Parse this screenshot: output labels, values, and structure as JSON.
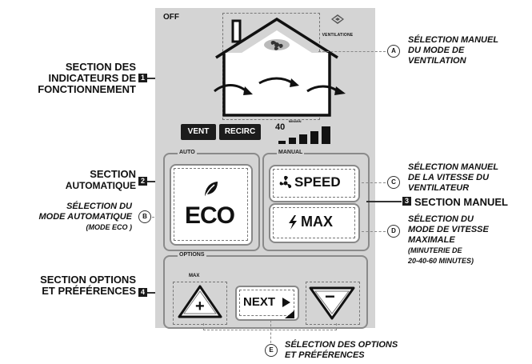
{
  "left_labels": {
    "indicators": [
      "SECTION DES",
      "INDICATEURS DE",
      "FONCTIONNEMENT"
    ],
    "indicators_num": "1",
    "automatic": [
      "SECTION",
      "AUTOMATIQUE"
    ],
    "automatic_num": "2",
    "auto_mode": [
      "SÉLECTION DU",
      "MODE AUTOMATIQUE",
      "(MODE ECO )"
    ],
    "options": [
      "SECTION OPTIONS",
      "ET PRÉFÉRENCES"
    ],
    "options_num": "4"
  },
  "right_labels": {
    "a_letter": "A",
    "a_text": [
      "SÉLECTION MANUEL",
      "DU MODE DE",
      "VENTILATION"
    ],
    "c_letter": "C",
    "c_text": [
      "SÉLECTION MANUEL",
      "DE LA VITESSE DU",
      "VENTILATEUR"
    ],
    "manual_num": "3",
    "manual_text": "SECTION MANUEL",
    "d_letter": "D",
    "d_text": [
      "SÉLECTION DU",
      "MODE DE VITESSE",
      "MAXIMALE",
      "(MINUTERIE DE",
      "20-40-60 MINUTES)"
    ],
    "b_letter": "B",
    "e_letter": "E",
    "e_text": [
      "SÉLECTION DES OPTIONS",
      "ET PRÉFÉRENCES"
    ]
  },
  "panel": {
    "off_text": "OFF",
    "brand_text": "VENTILATIONE",
    "vent_tag": "VENT",
    "recirc_tag": "RECIRC",
    "speed_readout": "40",
    "speed_unit": "MIN/MIN",
    "auto_tag": "AUTO",
    "eco_label": "ECO",
    "manual_tag": "MANUAL",
    "speed_label": "SPEED",
    "max_label": "MAX",
    "options_tag": "OPTIONS",
    "max_small": "MAX",
    "plus_symbol": "+",
    "next_label": "NEXT",
    "minus_symbol": "−"
  },
  "colors": {
    "panel_bg": "#d4d4d4",
    "button_bg": "#ffffff",
    "dark": "#1c1c1c",
    "border": "#888888"
  },
  "icons": [
    "leaf-icon",
    "fan-icon",
    "lightning-icon",
    "play-arrow-icon",
    "house-icon",
    "signal-bars-icon",
    "recirculation-logo-icon"
  ]
}
